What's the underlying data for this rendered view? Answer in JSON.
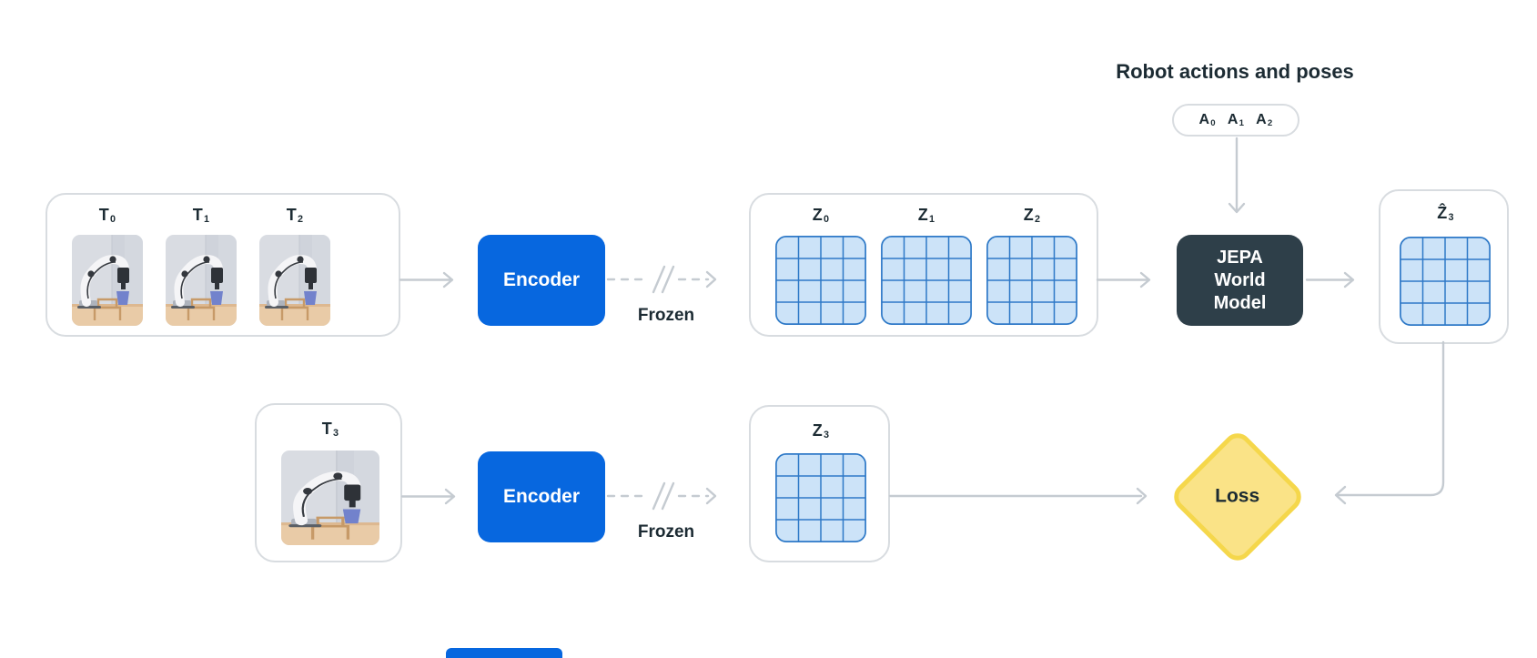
{
  "colors": {
    "text": "#1C2B33",
    "arrow": "#C5CBD1",
    "panel_border": "#D8DCE0",
    "encoder_bg": "#0767DF",
    "encoder_text": "#FFFFFF",
    "jepa_bg": "#2E3F49",
    "jepa_text": "#FFFFFF",
    "grid_fill": "#CCE3F8",
    "grid_stroke": "#2E79C7",
    "loss_fill": "#FAE387",
    "loss_border": "#F5D74B"
  },
  "top_row": {
    "frames": [
      {
        "base": "T",
        "sub": "0"
      },
      {
        "base": "T",
        "sub": "1"
      },
      {
        "base": "T",
        "sub": "2"
      }
    ],
    "encoder_label": "Encoder",
    "frozen_label": "Frozen",
    "tokens": [
      {
        "base": "Z",
        "sub": "0"
      },
      {
        "base": "Z",
        "sub": "1"
      },
      {
        "base": "Z",
        "sub": "2"
      }
    ],
    "jepa_lines": [
      "JEPA",
      "World",
      "Model"
    ],
    "predicted_token": {
      "base": "Ẑ",
      "sub": "3"
    }
  },
  "actions": {
    "title": "Robot actions and poses",
    "items": [
      {
        "base": "A",
        "sub": "0"
      },
      {
        "base": "A",
        "sub": "1"
      },
      {
        "base": "A",
        "sub": "2"
      }
    ]
  },
  "bottom_row": {
    "frame": {
      "base": "T",
      "sub": "3"
    },
    "encoder_label": "Encoder",
    "frozen_label": "Frozen",
    "token": {
      "base": "Z",
      "sub": "3"
    },
    "loss_label": "Loss"
  }
}
